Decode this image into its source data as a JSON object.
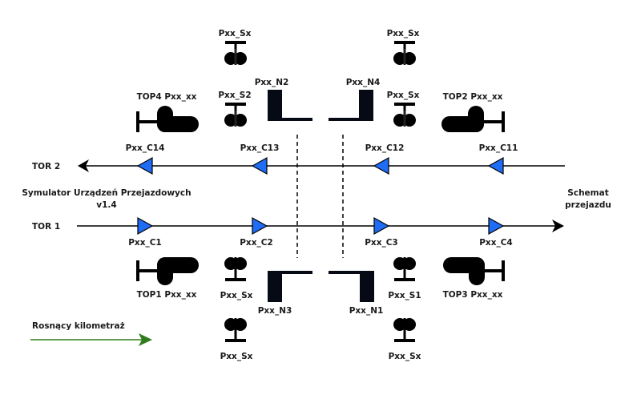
{
  "title": "Symulator Urządzeń Przejazdowych",
  "version": "v1.4",
  "schema_label": [
    "Schemat",
    "przejazdu"
  ],
  "direction_label": "Rosnący kilometraż",
  "colors": {
    "sensor_fill": "#1f6cf5",
    "symbol": "#000000",
    "direction_arrow": "#2e7d1a",
    "text": "#1a1a1a"
  },
  "tracks": [
    {
      "id": "tor2",
      "label": "TOR 2",
      "direction": "left",
      "sensors": [
        "Pxx_C14",
        "Pxx_C13",
        "Pxx_C12",
        "Pxx_C11"
      ]
    },
    {
      "id": "tor1",
      "label": "TOR 1",
      "direction": "right",
      "sensors": [
        "Pxx_C1",
        "Pxx_C2",
        "Pxx_C3",
        "Pxx_C4"
      ]
    }
  ],
  "top_devices": {
    "top4": "TOP4 Pxx_xx",
    "top2": "TOP2 Pxx_xx",
    "top1": "TOP1 Pxx_xx",
    "top3": "TOP3 Pxx_xx"
  },
  "signals": {
    "upper_left_outer": "Pxx_Sx",
    "upper_left_inner": "Pxx_S2",
    "upper_right_outer": "Pxx_Sx",
    "upper_right_inner": "Pxx_Sx",
    "lower_left_inner": "Pxx_Sx",
    "lower_left_outer": "Pxx_Sx",
    "lower_right_inner": "Pxx_S1",
    "lower_right_outer": "Pxx_Sx"
  },
  "barriers": {
    "n2": "Pxx_N2",
    "n4": "Pxx_N4",
    "n3": "Pxx_N3",
    "n1": "Pxx_N1"
  }
}
